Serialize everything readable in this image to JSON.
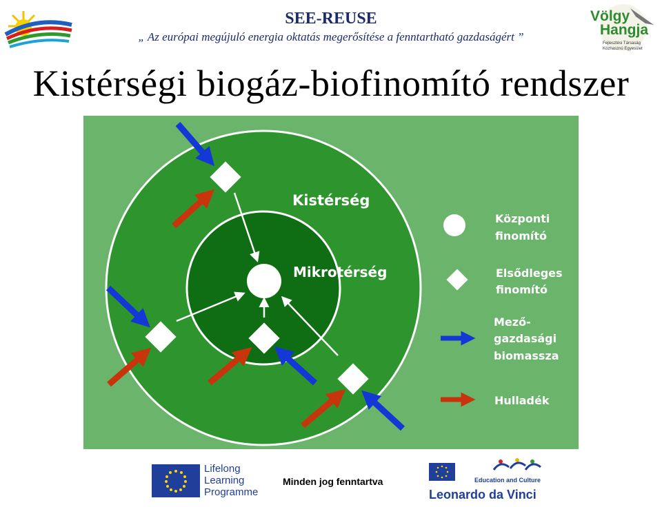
{
  "header": {
    "title": "SEE-REUSE",
    "subtitle": "„ Az európai megújuló energia oktatás megerősítése a fenntartható gazdaságért ”"
  },
  "slide_title": "Kistérségi biogáz-biofinomító rendszer",
  "logo_right": {
    "line1": "Völgy",
    "line2": "Hangja",
    "caption1": "Fejlesztési Társaság",
    "caption2": "Közhasznú Egyesület"
  },
  "diagram": {
    "background": "#6bb46b",
    "outer_ring_color": "#2e952e",
    "inner_ring_color": "#0f6e14",
    "zone_outer_label": "Kistérség",
    "zone_inner_label": "Mikrotérség",
    "legend": [
      {
        "icon": "circle-icon",
        "label_lines": [
          "Központi",
          "finomító"
        ]
      },
      {
        "icon": "diamond-icon",
        "label_lines": [
          "Elsődleges",
          "finomító"
        ]
      },
      {
        "icon": "blue-arrow-icon",
        "label_lines": [
          "Mező-",
          "gazdasági",
          "biomassza"
        ]
      },
      {
        "icon": "red-arrow-icon",
        "label_lines": [
          "Hulladék"
        ]
      }
    ],
    "colors": {
      "biomass_arrow": "#1438d6",
      "waste_arrow": "#c8340c",
      "refinery": "#ffffff",
      "label_text": "#ffffff"
    }
  },
  "footer": {
    "rights": "Minden jog fenntartva",
    "llp_lines": [
      "Lifelong",
      "Learning",
      "Programme"
    ],
    "ldv_small": "Education and Culture",
    "ldv_name": "Leonardo da Vinci"
  }
}
